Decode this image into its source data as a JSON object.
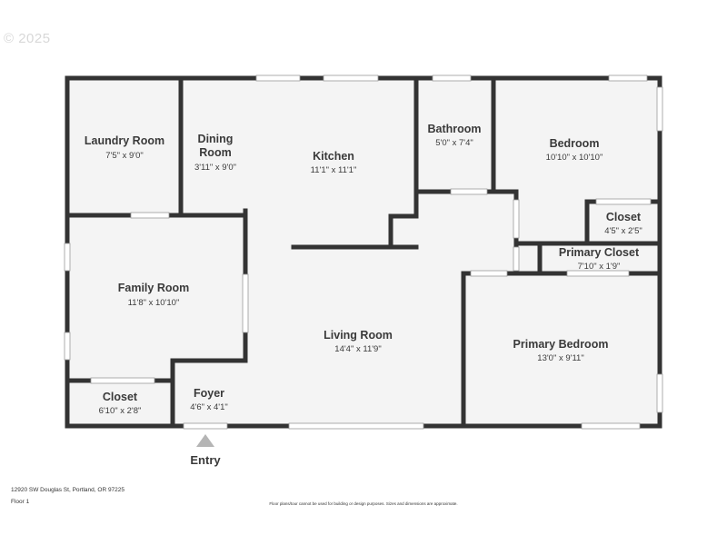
{
  "copyright": "© 2025",
  "entry_label": "Entry",
  "footer": {
    "address": "12920 SW Douglas St, Portland, OR 97225",
    "floor": "Floor 1",
    "disclaimer": "Floor plans/tour cannot be used for building or design purposes. Sizes and dimensions are approximate."
  },
  "rooms": {
    "laundry": {
      "name": "Laundry Room",
      "dim": "7'5\" x 9'0\""
    },
    "dining": {
      "name1": "Dining",
      "name2": "Room",
      "dim": "3'11\" x 9'0\""
    },
    "kitchen": {
      "name": "Kitchen",
      "dim": "11'1\" x 11'1\""
    },
    "bathroom": {
      "name": "Bathroom",
      "dim": "5'0\" x 7'4\""
    },
    "bedroom": {
      "name": "Bedroom",
      "dim": "10'10\" x 10'10\""
    },
    "closet_bedroom": {
      "name": "Closet",
      "dim": "4'5\" x 2'5\""
    },
    "primary_closet": {
      "name": "Primary Closet",
      "dim": "7'10\" x 1'9\""
    },
    "family": {
      "name": "Family Room",
      "dim": "11'8\" x 10'10\""
    },
    "living": {
      "name": "Living Room",
      "dim": "14'4\" x 11'9\""
    },
    "primary_bedroom": {
      "name": "Primary Bedroom",
      "dim": "13'0\" x 9'11\""
    },
    "closet_front": {
      "name": "Closet",
      "dim": "6'10\" x 2'8\""
    },
    "foyer": {
      "name": "Foyer",
      "dim": "4'6\" x 4'1\""
    }
  }
}
